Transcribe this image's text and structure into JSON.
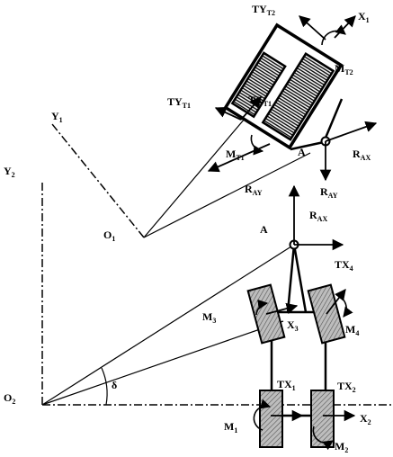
{
  "labels": {
    "ty_t2": {
      "main": "TY",
      "sub": "T2"
    },
    "x1": {
      "main": "X",
      "sub": "1"
    },
    "m_t2": {
      "main": "M",
      "sub": "T2"
    },
    "ty_t1": {
      "main": "TY",
      "sub": "T1"
    },
    "tx_t1": {
      "main": "TX",
      "sub": "T1"
    },
    "m_t1": {
      "main": "M",
      "sub": "T1"
    },
    "y1": {
      "main": "Y",
      "sub": "1"
    },
    "y2": {
      "main": "Y",
      "sub": "2"
    },
    "a_top": {
      "main": "A",
      "sub": ""
    },
    "r_ax_top": {
      "main": "R",
      "sub": "AX"
    },
    "r_ay_left": {
      "main": "R",
      "sub": "AY"
    },
    "r_ay_bottom": {
      "main": "R",
      "sub": "AY"
    },
    "r_ax_lower": {
      "main": "R",
      "sub": "AX"
    },
    "o1": {
      "main": "O",
      "sub": "1"
    },
    "a_lower": {
      "main": "A",
      "sub": ""
    },
    "tx4": {
      "main": "TX",
      "sub": "4"
    },
    "m3": {
      "main": "M",
      "sub": "3"
    },
    "x3": {
      "main": "X",
      "sub": "3"
    },
    "m4": {
      "main": "M",
      "sub": "4"
    },
    "delta": {
      "main": "δ",
      "sub": ""
    },
    "tx1": {
      "main": "TX",
      "sub": "1"
    },
    "tx2": {
      "main": "TX",
      "sub": "2"
    },
    "o2": {
      "main": "O",
      "sub": "2"
    },
    "m1": {
      "main": "M",
      "sub": "1"
    },
    "x2": {
      "main": "X",
      "sub": "2"
    },
    "m2": {
      "main": "M",
      "sub": "2"
    }
  }
}
